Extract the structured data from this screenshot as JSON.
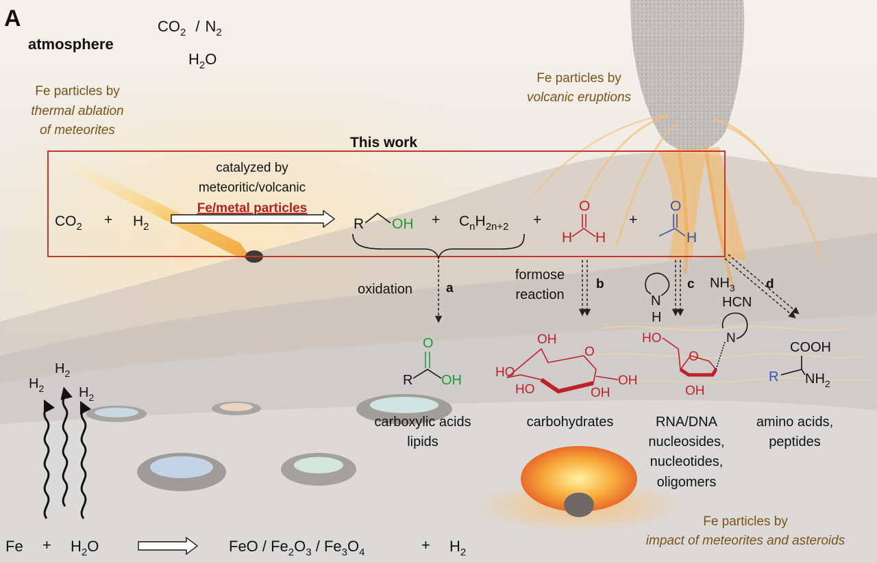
{
  "panel_letter": "A",
  "atmosphere": {
    "label": "atmosphere",
    "co2": "CO",
    "co2_sub": "2",
    "slash": "/",
    "n2": "N",
    "n2_sub": "2",
    "h2o_h": "H",
    "h2o_sub": "2",
    "h2o_o": "O"
  },
  "sources": {
    "meteorites": [
      "Fe particles by",
      "thermal ablation",
      "of meteorites"
    ],
    "volcanic": [
      "Fe particles by",
      "volcanic eruptions"
    ],
    "impact": [
      "Fe particles by",
      "impact of meteorites and asteroids"
    ]
  },
  "this_work": {
    "title": "This work",
    "catalyst_line1": "catalyzed by",
    "catalyst_line2": "meteoritic/volcanic",
    "catalyst_line3": "Fe/metal particles",
    "reactant_co2": "CO",
    "reactant_co2_sub": "2",
    "plus": "+",
    "reactant_h2": "H",
    "reactant_h2_sub": "2",
    "alcohol_r": "R",
    "alcohol_oh": "OH",
    "alkane_c": "C",
    "alkane_n": "n",
    "alkane_h": "H",
    "alkane_sub": "2n+2",
    "formaldehyde_o": "O",
    "formaldehyde_h": "H",
    "acetaldehyde_o": "O",
    "acetaldehyde_h": "H"
  },
  "pathways": {
    "a": {
      "letter": "a",
      "label": "oxidation"
    },
    "b": {
      "letter": "b",
      "label_line1": "formose",
      "label_line2": "reaction"
    },
    "c": {
      "letter": "c",
      "amine_n": "N",
      "amine_h": "H"
    },
    "d": {
      "letter": "d",
      "nh3": "NH",
      "nh3_sub": "3",
      "hcn": "HCN"
    }
  },
  "products": {
    "acids": {
      "r": "R",
      "o": "O",
      "oh": "OH",
      "label_line1": "carboxylic acids",
      "label_line2": "lipids"
    },
    "sugars": {
      "oh_top": "OH",
      "ho_mid": "HO",
      "ho_low": "HO",
      "oh_bot": "OH",
      "oh_right": "OH",
      "o_ring": "O",
      "label": "carbohydrates"
    },
    "nucleosides": {
      "ho": "HO",
      "o_ring": "O",
      "oh": "OH",
      "n": "N",
      "label_line1": "RNA/DNA",
      "label_line2": "nucleosides,",
      "label_line3": "nucleotides,",
      "label_line4": "oligomers"
    },
    "amino": {
      "cooh": "COOH",
      "r": "R",
      "nh2": "NH",
      "nh2_sub": "2",
      "label_line1": "amino acids,",
      "label_line2": "peptides"
    }
  },
  "h2_release": {
    "h": "H",
    "sub": "2"
  },
  "bottom_reaction": {
    "fe": "Fe",
    "plus1": "+",
    "h2o": "H",
    "h2o_sub": "2",
    "h2o_o": "O",
    "feo": "FeO / Fe",
    "fe2o3_sub2": "2",
    "fe2o3_o": "O",
    "fe2o3_sub3": "3",
    "slash_fe": " / Fe",
    "fe3o4_sub3": "3",
    "fe3o4_o": "O",
    "fe3o4_sub4": "4",
    "plus2": "+",
    "h2": "H",
    "h2_sub": "2"
  },
  "colors": {
    "box": "#c0392b",
    "catalyst_text": "#b22222",
    "source_text": "#7a5218",
    "green": "#1f9a3a",
    "red": "#c0202a",
    "blue": "#2f55b5"
  }
}
